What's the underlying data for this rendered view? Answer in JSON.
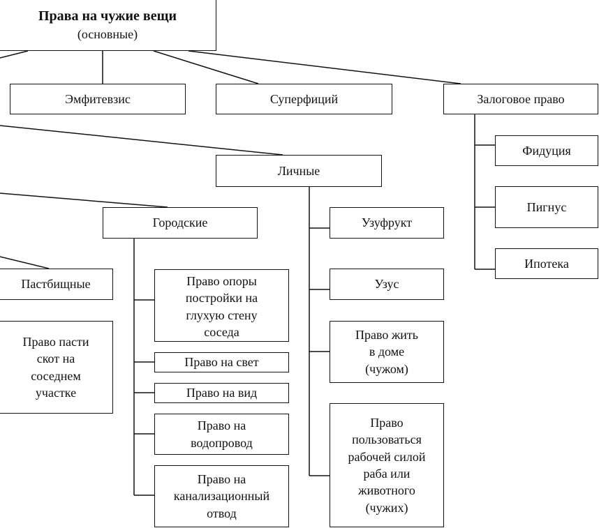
{
  "diagram": {
    "root": {
      "title": "Права на чужие вещи",
      "subtitle": "(основные)"
    },
    "nodes": {
      "emphyteusis": "Эмфитевзис",
      "superficies": "Суперфиций",
      "pledge": "Залоговое право",
      "fiducia": "Фидуция",
      "pignus": "Пигнус",
      "hypotheca": "Ипотека",
      "personal": "Личные",
      "urban": "Городские",
      "pasture": "Пастбищные",
      "graze": [
        "Право пасти",
        "скот на",
        "соседнем",
        "участке"
      ],
      "support": [
        "Право опоры",
        "постройки на",
        "глухую стену",
        "соседа"
      ],
      "light": "Право на свет",
      "view": "Право на вид",
      "water": [
        "Право на",
        "водопровод"
      ],
      "sewer": [
        "Право на",
        "канализационный",
        "отвод"
      ],
      "usufruct": "Узуфрукт",
      "usus": "Узус",
      "habitatio": [
        "Право жить",
        "в доме",
        "(чужом)"
      ],
      "operae": [
        "Право",
        "пользоваться",
        "рабочей силой",
        "раба или",
        "животного",
        "(чужих)"
      ]
    }
  }
}
